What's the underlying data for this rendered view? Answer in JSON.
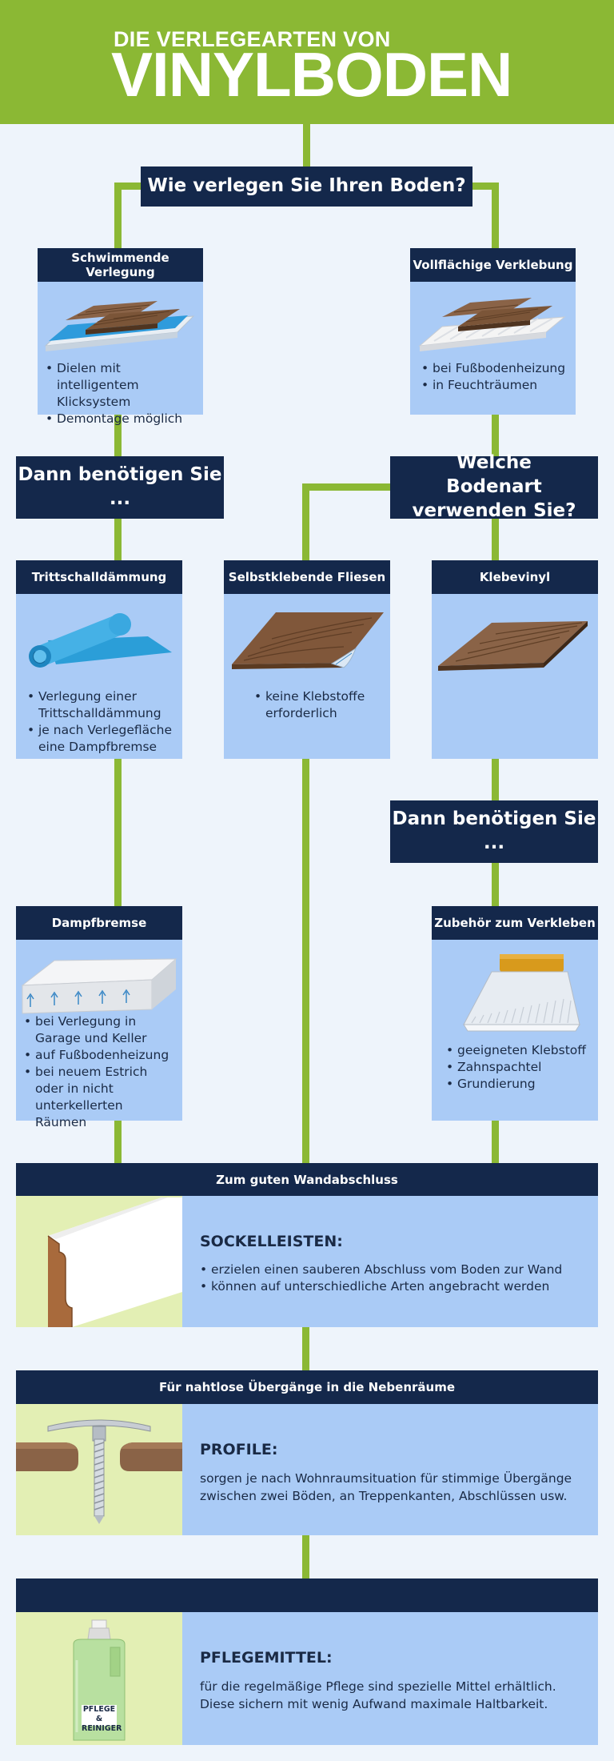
{
  "header": {
    "subtitle": "DIE VERLEGEARTEN VON",
    "title": "VINYLBODEN"
  },
  "question1": "Wie verlegen Sie Ihren Boden?",
  "floating": {
    "title": "Schwimmende Verlegung",
    "bullets": [
      "Dielen mit intelligentem Klicksystem",
      "Demontage möglich"
    ]
  },
  "glued": {
    "title": "Vollflächige Verklebung",
    "bullets": [
      "bei Fußbodenheizung",
      "in Feuchträumen"
    ]
  },
  "need1": "Dann benötigen Sie ...",
  "question2": "Welche Bodenart verwenden Sie?",
  "impact": {
    "title": "Trittschalldämmung",
    "bullets": [
      "Verlegung einer Trittschalldämmung",
      "je nach Verlegefläche eine Dampfbremse"
    ]
  },
  "selfadhesive": {
    "title": "Selbstklebende Fliesen",
    "bullets": [
      "keine Klebstoffe erforderlich"
    ]
  },
  "gluevinyl": {
    "title": "Klebevinyl"
  },
  "need2": "Dann benötigen Sie ...",
  "vapor": {
    "title": "Dampfbremse",
    "bullets": [
      "bei Verlegung in Garage und Keller",
      "auf Fußbodenheizung",
      "bei neuem Estrich oder in nicht unterkellerten Räumen"
    ]
  },
  "accessories": {
    "title": "Zubehör zum Verkleben",
    "bullets": [
      "geeigneten Klebstoff",
      "Zahnspachtel",
      "Grundierung"
    ]
  },
  "wall": {
    "header": "Zum guten Wandabschluss",
    "title": "SOCKELLEISTEN:",
    "bullets": [
      "erzielen einen sauberen Abschluss vom Boden zur Wand",
      "können auf unterschiedliche Arten angebracht werden"
    ]
  },
  "transitions": {
    "header": "Für nahtlose Übergänge in die Nebenräume",
    "title": "PROFILE:",
    "text": "sorgen je nach Wohnraumsituation für stimmige Übergänge zwischen zwei Böden, an Treppenkanten, Abschlüssen usw."
  },
  "care": {
    "header": "",
    "title": "PFLEGEMITTEL:",
    "text": "für die regelmäßige Pflege sind spezielle Mittel erhältlich. Diese sichern mit wenig Aufwand maximale Haltbarkeit.",
    "bottle_label": "PFLEGE & REINIGER"
  },
  "colors": {
    "green": "#8bb834",
    "navy": "#14284b",
    "lightblue": "#aacbf6",
    "lightgreen": "#e3efb4"
  }
}
